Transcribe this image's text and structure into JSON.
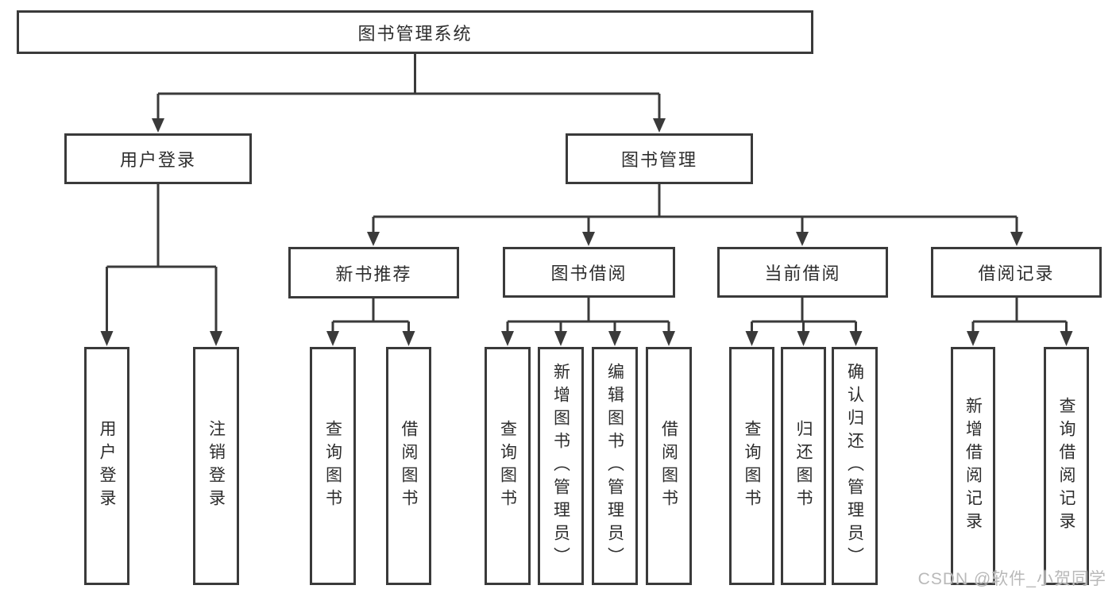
{
  "tree": {
    "root": {
      "label": "图书管理系统"
    },
    "branches": [
      {
        "label": "用户登录",
        "children": [
          {
            "label": "用户登录"
          },
          {
            "label": "注销登录"
          }
        ]
      },
      {
        "label": "图书管理",
        "sections": [
          {
            "label": "新书推荐",
            "children": [
              {
                "label": "查询图书"
              },
              {
                "label": "借阅图书"
              }
            ]
          },
          {
            "label": "图书借阅",
            "children": [
              {
                "label": "查询图书"
              },
              {
                "label": "新增图书（管理员）"
              },
              {
                "label": "编辑图书（管理员）"
              },
              {
                "label": "借阅图书"
              }
            ]
          },
          {
            "label": "当前借阅",
            "children": [
              {
                "label": "查询图书"
              },
              {
                "label": "归还图书"
              },
              {
                "label": "确认归还（管理员）"
              }
            ]
          },
          {
            "label": "借阅记录",
            "children": [
              {
                "label": "新增借阅记录"
              },
              {
                "label": "查询借阅记录"
              }
            ]
          }
        ]
      }
    ]
  },
  "colors": {
    "line": "#3a3a3a",
    "box_fill": "#ffffff",
    "text": "#2d2d2d",
    "watermark": "#b9b9b9"
  },
  "watermark": {
    "text": "CSDN @软件_小贺同学"
  }
}
